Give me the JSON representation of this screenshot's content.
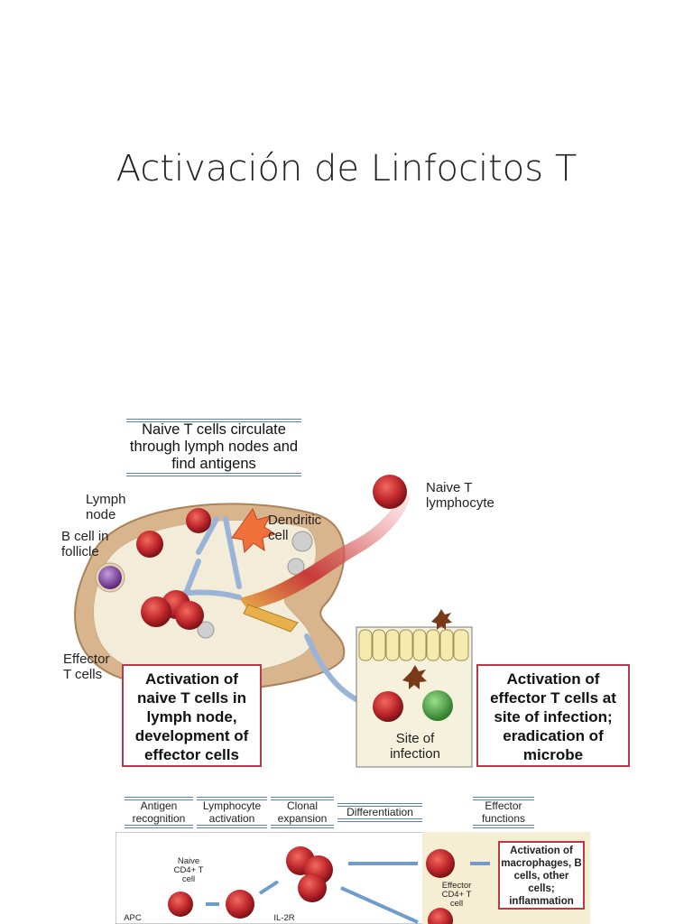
{
  "title": "Activación de Linfocitos T",
  "diagram": {
    "header": "Naive T cells circulate through lymph nodes and find antigens",
    "labels": {
      "lymph_node": "Lymph node",
      "b_cell": "B cell in follicle",
      "dendritic": "Dendritic cell",
      "naive_t": "Naive T lymphocyte",
      "effector": "Effector T cells",
      "site": "Site of infection"
    },
    "boxes": {
      "left": "Activation of naive T cells in lymph node, development of effector cells",
      "right": "Activation of effector T cells at site of infection; eradication of microbe"
    }
  },
  "steps": {
    "antigen": "Antigen recognition",
    "activation": "Lymphocyte activation",
    "clonal": "Clonal expansion",
    "diff": "Differentiation",
    "effector": "Effector functions"
  },
  "lower": {
    "naive_cd4": "Naive CD4+ T cell",
    "apc": "APC",
    "il2r": "IL-2R",
    "effector_cd4": "Effector CD4+ T cell",
    "activation_box": "Activation of macrophages, B cells, other cells; inflammation"
  },
  "colors": {
    "accent_border": "#b83a4a",
    "step_rule": "#5a7fb5",
    "t_cell": "#c0282d",
    "lymph_node": "#d9b58d"
  }
}
